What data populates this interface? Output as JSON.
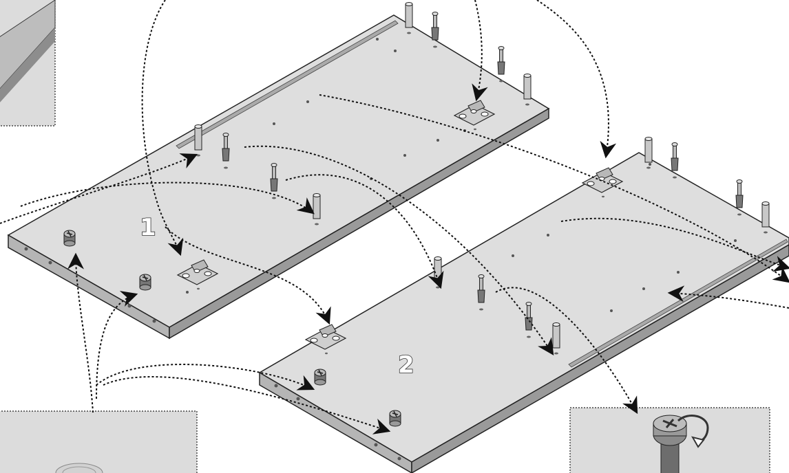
{
  "diagram": {
    "panel_labels": [
      "1",
      "2"
    ],
    "parts": {
      "dowel": "wooden-dowel",
      "cam_bolt": "cam-bolt",
      "cam_lock": "cam-lock-nut",
      "hinge_plate": "hinge-mounting-plate"
    },
    "colors": {
      "panel_top": "#dedede",
      "panel_side": "#b5b5b5",
      "panel_edge": "#9a9a9a",
      "outline": "#222222",
      "arrow": "#111111",
      "detail_box": "#dcdcdc"
    }
  }
}
